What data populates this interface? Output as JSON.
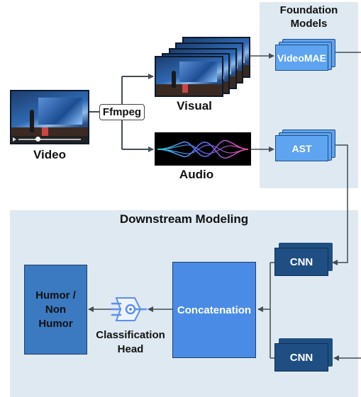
{
  "foundation": {
    "title_line1": "Foundation",
    "title_line2": "Models"
  },
  "downstream": {
    "title": "Downstream Modeling"
  },
  "input": {
    "video_label": "Video",
    "ffmpeg_label": "Ffmpeg"
  },
  "streams": {
    "visual_label": "Visual",
    "audio_label": "Audio"
  },
  "models": {
    "videomae_label": "VideoMAE",
    "ast_label": "AST"
  },
  "cnn": {
    "top_label": "CNN",
    "bottom_label": "CNN"
  },
  "concat": {
    "label": "Concatenation"
  },
  "classifier": {
    "line1": "Classification",
    "line2": "Head"
  },
  "output": {
    "line1": "Humor /",
    "line2": "Non",
    "line3": "Humor"
  },
  "colors": {
    "panel": "#dfe9f1",
    "model_box": "#5ea4f0",
    "cnn_box": "#1f4f82",
    "concat_box": "#4a8be6",
    "output_box": "#3b79c0",
    "arrow": "#444c55",
    "classifier_icon": "#5b8ff0"
  }
}
